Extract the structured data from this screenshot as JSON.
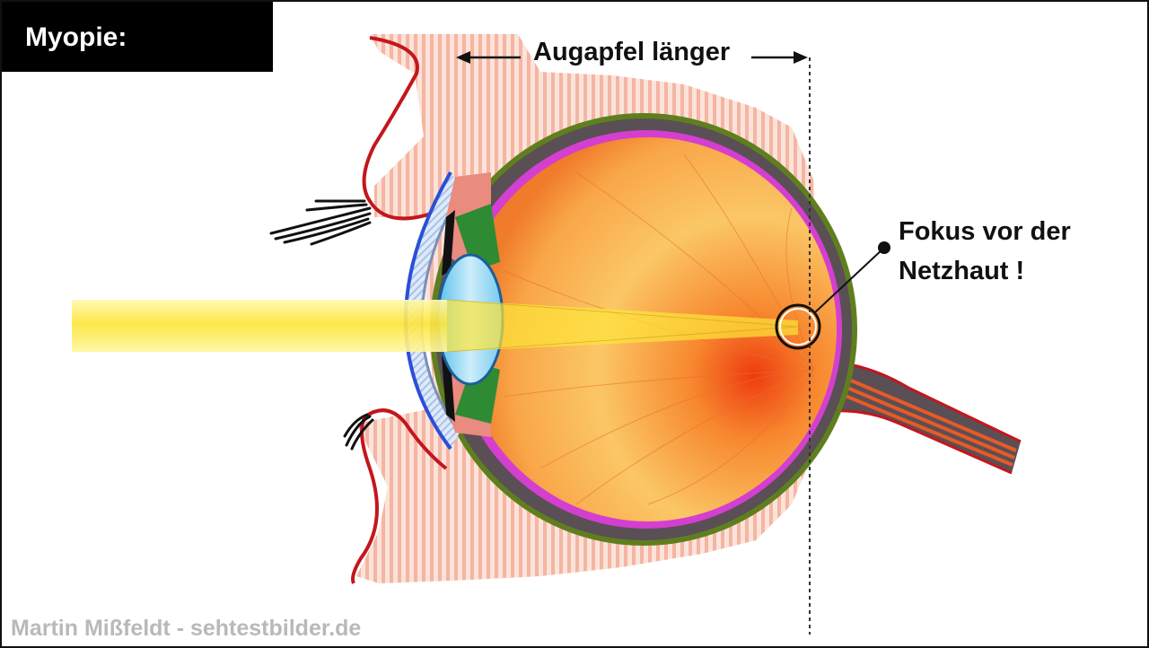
{
  "title": "Myopie:",
  "annotations": {
    "eyeball_length": "Augapfel länger",
    "focus_line1": "Fokus vor der",
    "focus_line2": "Netzhaut !"
  },
  "credit": "Martin Mißfeldt - sehtestbilder.de",
  "colors": {
    "light_beam": "#fdf06a",
    "vitreous_orange": "#f39a3c",
    "retina_magenta": "#d43fd0",
    "sclera_dark": "#5a4f55",
    "outer_green": "#5f7f1f",
    "cornea_blue": "#2b4fd8",
    "lens_blue": "#8fd3f2",
    "eyelid_red": "#c4161c",
    "skin_tissue": "#f6c3b2"
  }
}
